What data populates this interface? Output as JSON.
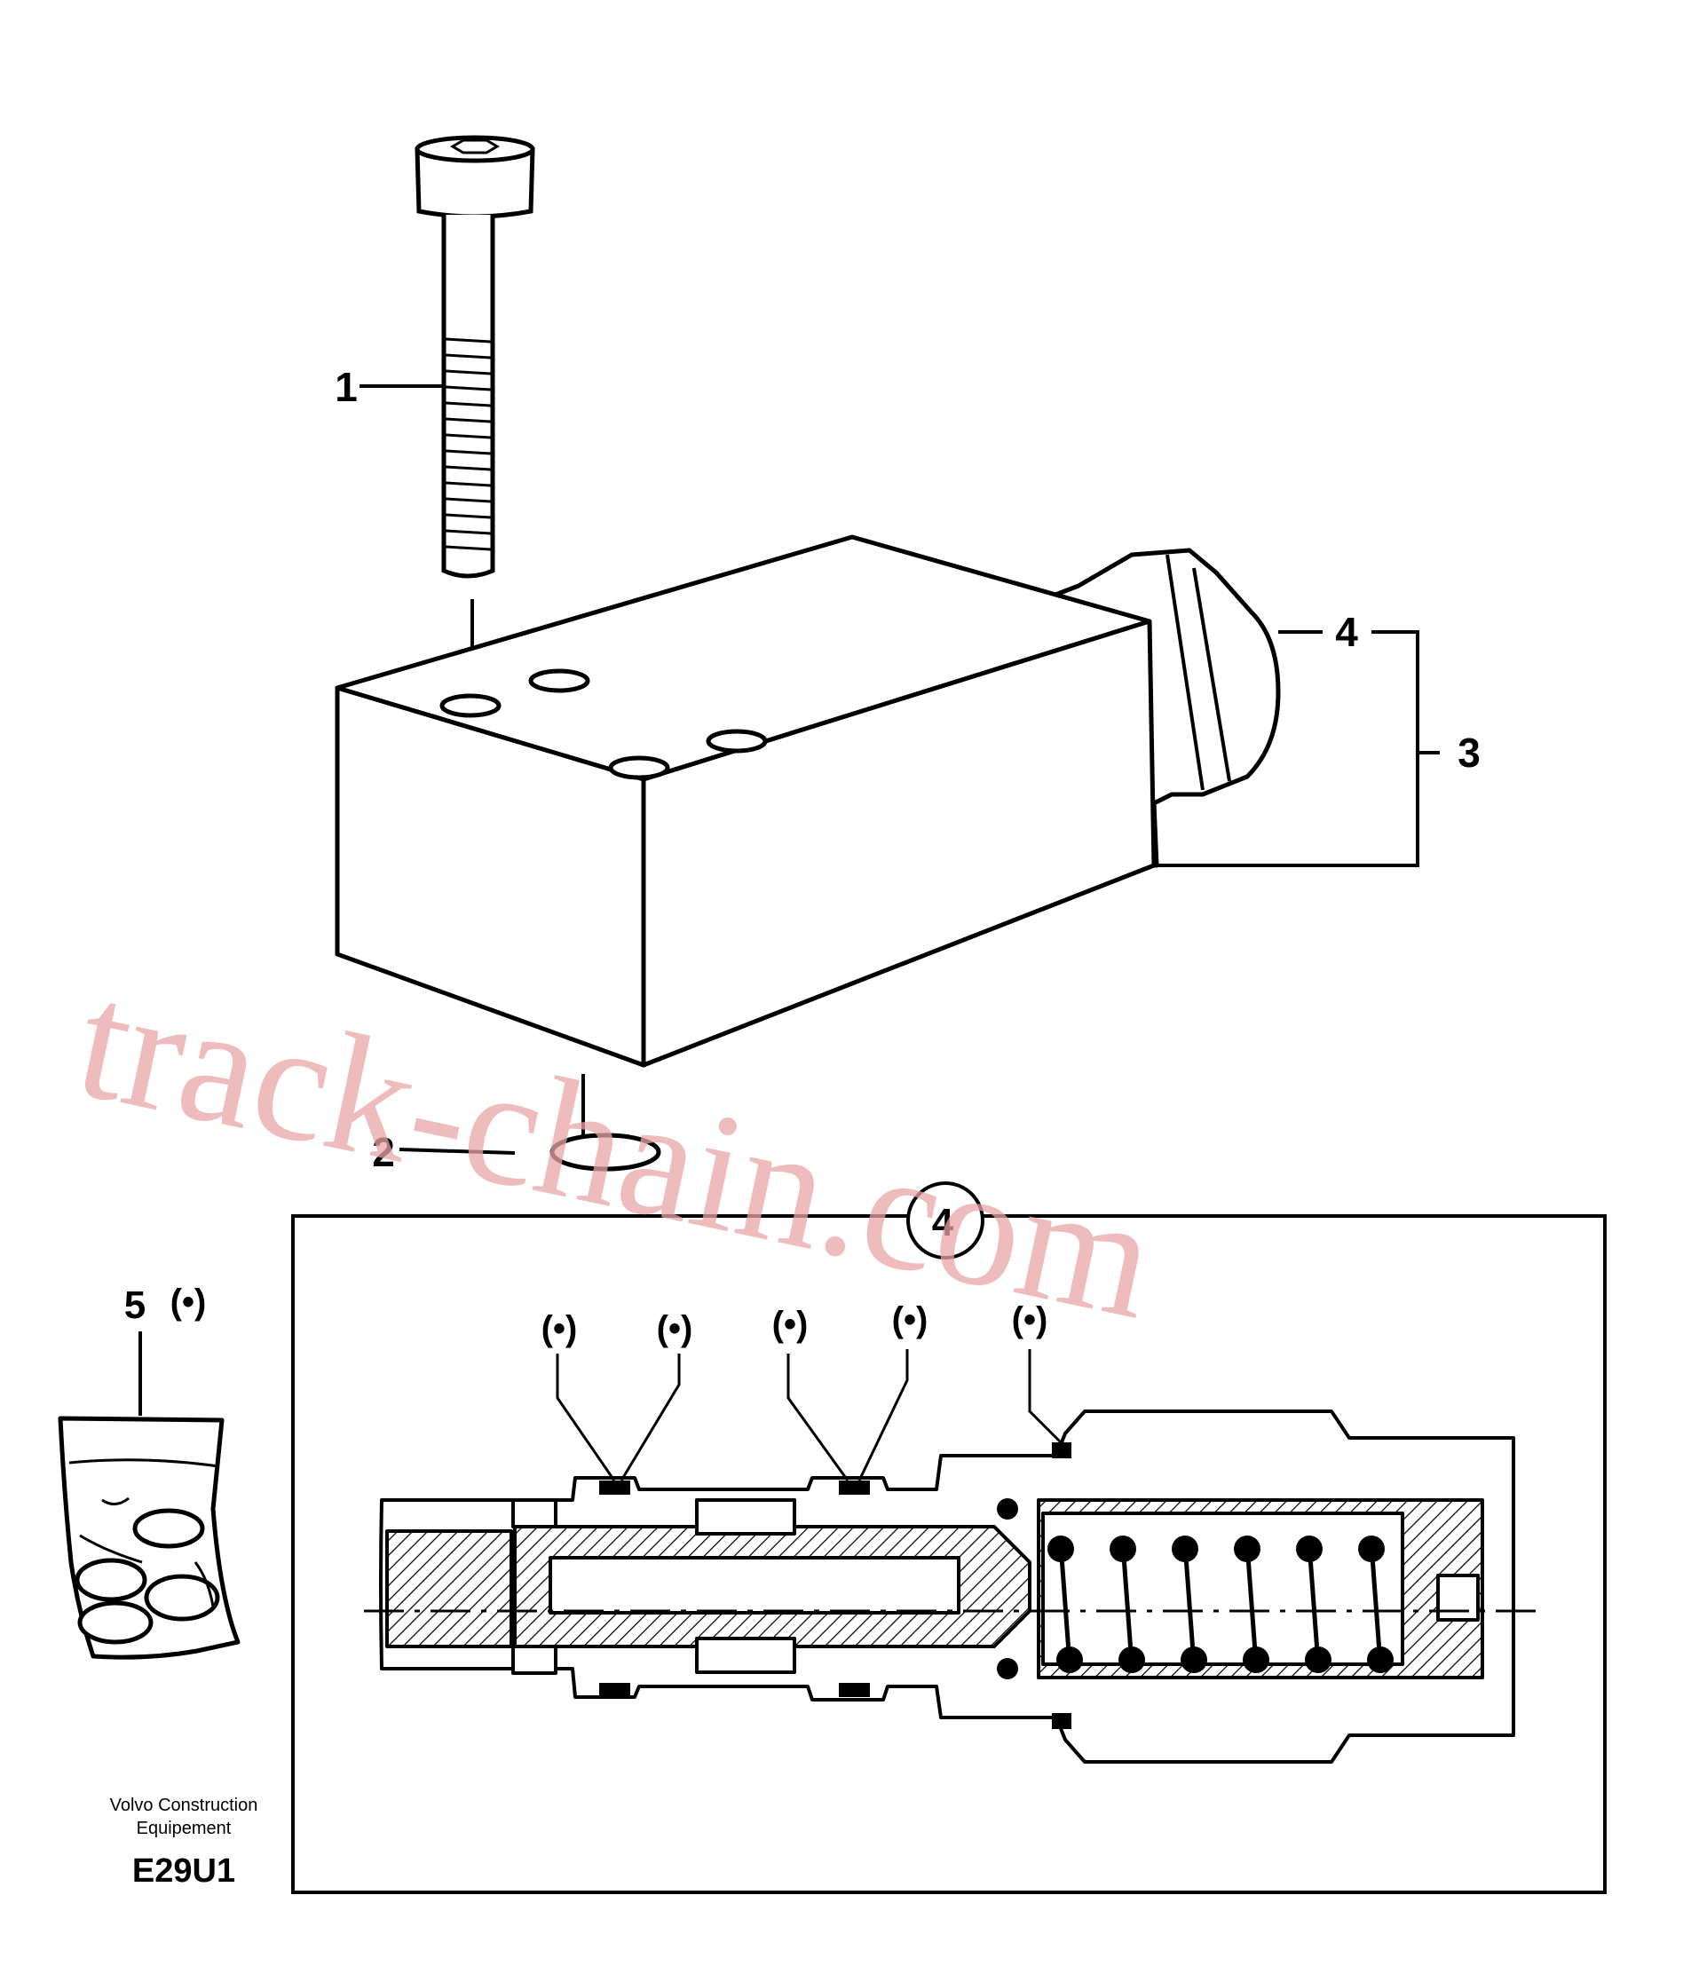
{
  "callouts": {
    "c1": "1",
    "c2": "2",
    "c3": "3",
    "c4": "4",
    "c5": "5",
    "detail_ref": "4",
    "optional_mark": "(•)"
  },
  "watermark": "track-chain.com",
  "credit": {
    "line1": "Volvo Construction",
    "line2": "Equipement"
  },
  "figure_code": "E29U1",
  "colors": {
    "ink": "#000000",
    "watermark": "#e8a6a6"
  }
}
